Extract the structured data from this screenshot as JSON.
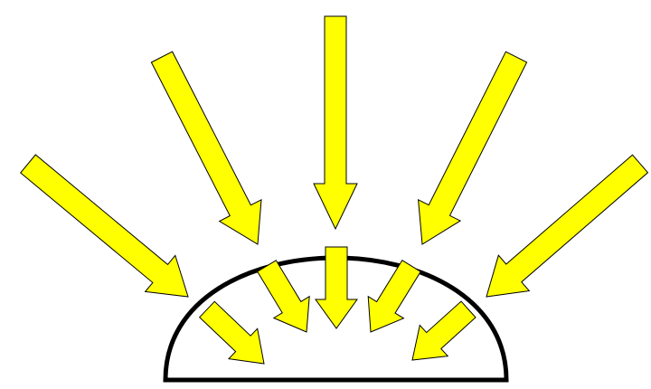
{
  "colors": {
    "background": "#ffffff",
    "arrow_fill": "#ffff00",
    "arrow_stroke": "#000000",
    "dome_stroke": "#000000"
  },
  "diagram": {
    "outer_arrows_count": 5,
    "inner_arrows_count": 5,
    "icons": [
      "arrow-icon",
      "dome-shape"
    ]
  }
}
